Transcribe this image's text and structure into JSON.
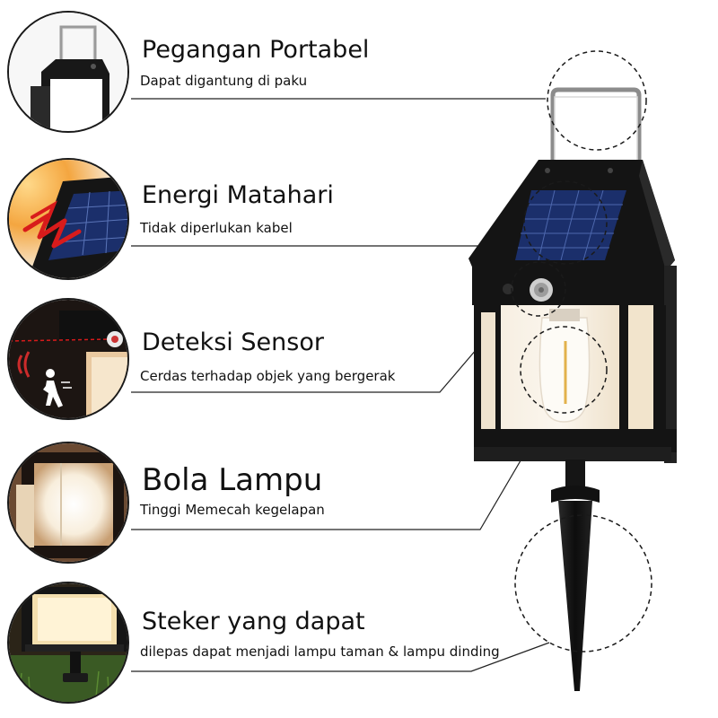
{
  "features": [
    {
      "title": "Pegangan Portabel",
      "desc": "Dapat digantung di paku",
      "icon": "hanging-handle-icon"
    },
    {
      "title": "Energi Matahari",
      "desc": "Tidak diperlukan kabel",
      "icon": "solar-panel-icon"
    },
    {
      "title": "Deteksi Sensor",
      "desc": "Cerdas terhadap objek yang bergerak",
      "icon": "motion-sensor-icon"
    },
    {
      "title": "Bola Lampu",
      "desc": "Tinggi Memecah kegelapan",
      "icon": "light-bulb-icon"
    },
    {
      "title": "Steker yang dapat",
      "desc": "dilepas dapat menjadi lampu taman & lampu dinding",
      "icon": "ground-stake-icon"
    }
  ],
  "colors": {
    "lamp_body": "#141414",
    "solar_panel": "#1b2f6b",
    "lamp_glow": "#f3e7cf",
    "line": "#222222",
    "sensor_beam": "#d81b1b"
  }
}
